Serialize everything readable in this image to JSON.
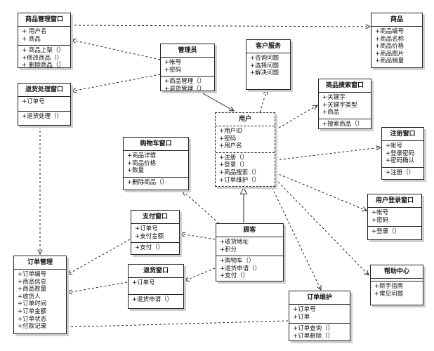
{
  "classes": {
    "goods_mgmt": {
      "title": "商品管理窗口",
      "attrs": [
        "+ 用户名",
        "+ 商品"
      ],
      "methods": [
        "+ 商品上架（）",
        "+修改商品（）",
        "+ 删除商品（）"
      ]
    },
    "goods": {
      "title": "商品",
      "attrs": [
        "+商品编号",
        "+商品名称",
        "+商品价格",
        "+商品图片",
        "+商品销量"
      ],
      "methods": []
    },
    "admin": {
      "title": "管理员",
      "attrs": [
        "+帐号",
        "+密码"
      ],
      "methods": [
        "+商品管理（）",
        "+退货管理（）"
      ]
    },
    "service": {
      "title": "客户服务",
      "attrs": [
        "+咨询问题",
        "+选择问题",
        "+解决问题"
      ],
      "methods": []
    },
    "return_proc": {
      "title": "退货处理窗口",
      "attrs": [
        "+订单号"
      ],
      "methods": [
        "+退货处理（）"
      ]
    },
    "search": {
      "title": "商品搜索窗口",
      "attrs": [
        "+关键字",
        "+关键字类型",
        "+商品"
      ],
      "methods": [
        "+搜索商品（）"
      ]
    },
    "user": {
      "title": "用户",
      "attrs": [
        "+用户ID",
        "+密码",
        "+用户名"
      ],
      "methods": [
        "+注册（）",
        "+登录（）",
        "+商品搜索（）",
        "+订单维护（）"
      ]
    },
    "register": {
      "title": "注册窗口",
      "attrs": [
        "+帐号",
        "+登录密码",
        "+密码确认"
      ],
      "methods": [
        "+注册（）"
      ]
    },
    "cart": {
      "title": "购物车窗口",
      "attrs": [
        "+商品详情",
        "+商品价格",
        "+数量"
      ],
      "methods": [
        "+删除商品（）"
      ]
    },
    "login": {
      "title": "用户登录窗口",
      "attrs": [
        "+帐号",
        "+密码"
      ],
      "methods": [
        "+登录（）"
      ]
    },
    "pay": {
      "title": "支付窗口",
      "attrs": [
        "+订单号",
        "+支付金额"
      ],
      "methods": [
        "+支付（）"
      ]
    },
    "customer": {
      "title": "顾客",
      "attrs": [
        "+收货地址",
        "+积分"
      ],
      "methods": [
        "+购物车（）",
        "+退货申请（）",
        "+支付（）"
      ]
    },
    "order_mgmt": {
      "title": "订单管理",
      "attrs": [
        "+订单编号",
        "+商品信息",
        "+商品数量",
        "+收货人",
        "+订单时间",
        "+订单金额",
        "+订单状态",
        "+付款记录"
      ],
      "methods": []
    },
    "return_win": {
      "title": "退货窗口",
      "attrs": [
        "+订单号"
      ],
      "methods": [
        "+退货申请（）"
      ]
    },
    "help": {
      "title": "帮助中心",
      "attrs": [
        "+新手指南",
        "+常见问题"
      ],
      "methods": []
    },
    "order_maint": {
      "title": "订单维护",
      "attrs": [
        "+订单号",
        "+订单"
      ],
      "methods": [
        "+订单查询（）",
        "+订单删除（）"
      ]
    }
  }
}
